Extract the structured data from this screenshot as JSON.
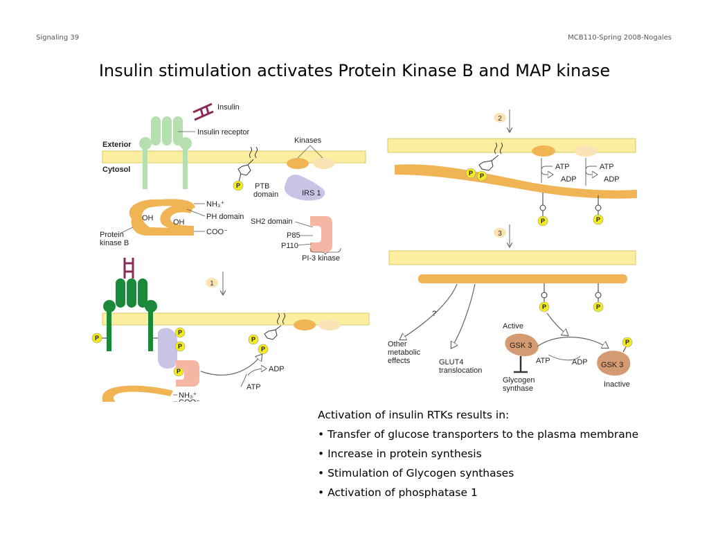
{
  "header": {
    "slide_label": "Signaling 39",
    "course_label": "MCB110-Spring 2008-Nogales"
  },
  "title": "Insulin stimulation activates Protein Kinase B and MAP kinase",
  "diagram": {
    "labels": {
      "insulin": "Insulin",
      "insulin_receptor": "Insulin receptor",
      "exterior": "Exterior",
      "cytosol": "Cytosol",
      "kinases": "Kinases",
      "ptb_domain_1": "PTB",
      "ptb_domain_2": "domain",
      "irs1": "IRS 1",
      "nh3": "NH₃⁺",
      "ph_domain": "PH domain",
      "coo": "COO⁻",
      "oh": "OH",
      "protein_kinase_b_1": "Protein",
      "protein_kinase_b_2": "kinase B",
      "sh2_domain": "SH2 domain",
      "p85": "P85",
      "p110": "P110",
      "pi3_kinase": "PI-3 kinase",
      "adp": "ADP",
      "atp": "ATP",
      "phosphate": "P",
      "question": "?",
      "other_metabolic_1": "Other",
      "other_metabolic_2": "metabolic",
      "other_metabolic_3": "effects",
      "glut4_1": "GLUT4",
      "glut4_2": "translocation",
      "active": "Active",
      "gsk3": "GSK 3",
      "glycogen_synthase_1": "Glycogen",
      "glycogen_synthase_2": "synthase",
      "inactive": "Inactive",
      "step1": "1",
      "step2": "2",
      "step3": "3"
    },
    "colors": {
      "membrane": "#fbeea0",
      "receptor_light": "#b5dfae",
      "receptor_dark": "#1a8a3a",
      "insulin": "#8a2a5a",
      "pkb": "#f0b455",
      "irs": "#c9c3e6",
      "pi3k": "#f5b7a3",
      "phosphate": "#f3ea1f",
      "kinase_light": "#fbe3b5",
      "gsk3": "#d49a72"
    }
  },
  "bullets": {
    "heading": "Activation of insulin RTKs results in:",
    "items": [
      "• Transfer of glucose transporters to the plasma membrane",
      "• Increase in protein synthesis",
      "• Stimulation of Glycogen synthases",
      "• Activation of phosphatase 1"
    ]
  }
}
